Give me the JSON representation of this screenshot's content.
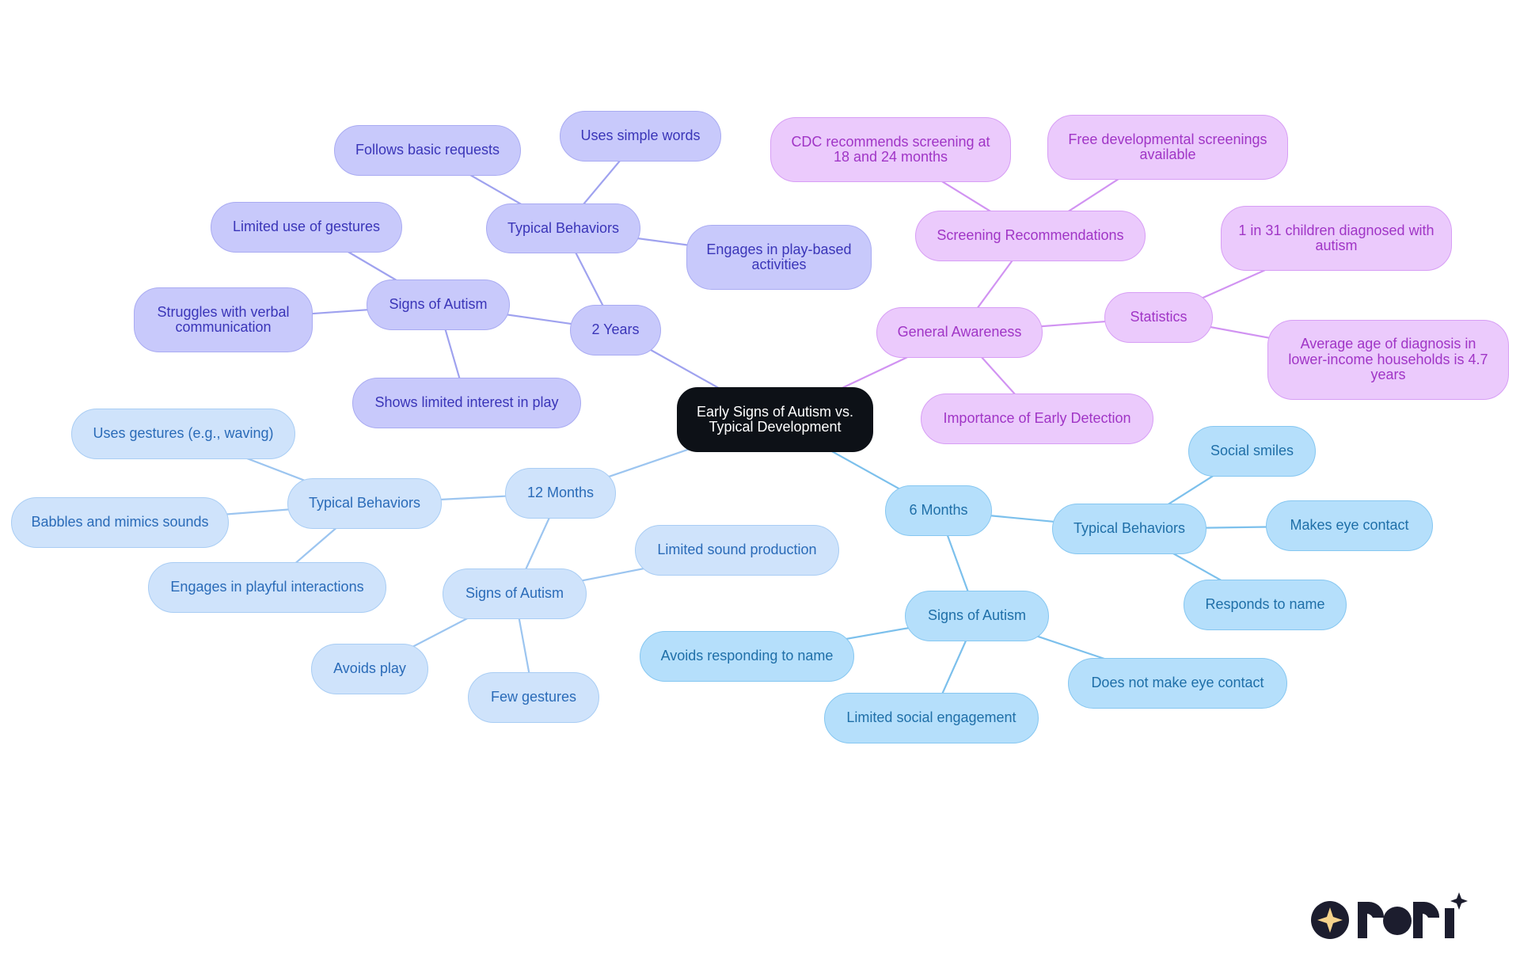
{
  "colors": {
    "root": "#0d1117",
    "two_years": "#c8c9fb",
    "twelve_months": "#cfe3fb",
    "six_months": "#b5dffb",
    "general_awareness": "#ebcafc",
    "edge_two_years": "#9fa2ef",
    "edge_twelve_months": "#9cc5f0",
    "edge_six_months": "#7cc0ec",
    "edge_general_awareness": "#d193f2"
  },
  "root": {
    "label": "Early Signs of Autism vs. Typical Development"
  },
  "two_years": {
    "label": "2 Years",
    "typical": {
      "label": "Typical Behaviors",
      "items": [
        "Follows basic requests",
        "Uses simple words",
        "Engages in play-based activities"
      ]
    },
    "signs": {
      "label": "Signs of Autism",
      "items": [
        "Limited use of gestures",
        "Struggles with verbal communication",
        "Shows limited interest in play"
      ]
    }
  },
  "twelve_months": {
    "label": "12 Months",
    "typical": {
      "label": "Typical Behaviors",
      "items": [
        "Uses gestures (e.g., waving)",
        "Babbles and mimics sounds",
        "Engages in playful interactions"
      ]
    },
    "signs": {
      "label": "Signs of Autism",
      "items": [
        "Limited sound production",
        "Avoids play",
        "Few gestures"
      ]
    }
  },
  "six_months": {
    "label": "6 Months",
    "typical": {
      "label": "Typical Behaviors",
      "items": [
        "Social smiles",
        "Makes eye contact",
        "Responds to name"
      ]
    },
    "signs": {
      "label": "Signs of Autism",
      "items": [
        "Avoids responding to name",
        "Limited social engagement",
        "Does not make eye contact"
      ]
    }
  },
  "general_awareness": {
    "label": "General Awareness",
    "screening": {
      "label": "Screening Recommendations",
      "items": [
        "CDC recommends screening at 18 and 24 months",
        "Free developmental screenings available"
      ]
    },
    "statistics": {
      "label": "Statistics",
      "items": [
        "1 in 31 children diagnosed with autism",
        "Average age of diagnosis in lower-income households is 4.7 years"
      ]
    },
    "importance": "Importance of Early Detection"
  },
  "logo": {
    "text": "rori",
    "icon": "sparkle-icon"
  }
}
